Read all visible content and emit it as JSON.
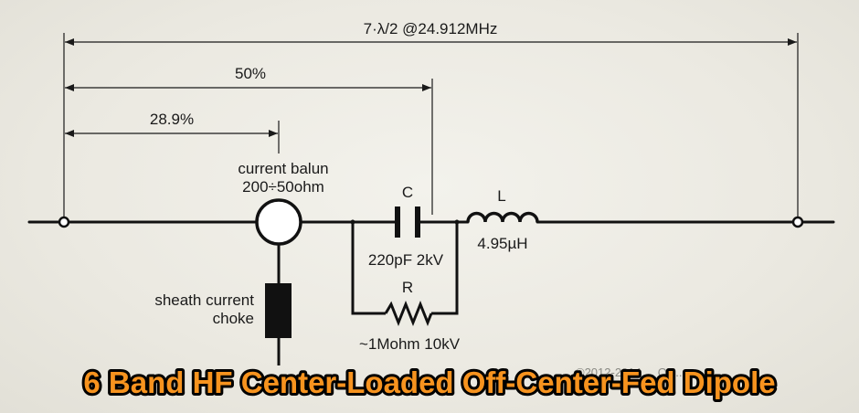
{
  "dimensions": {
    "total": "7·λ/2 @24.912MHz",
    "center": "50%",
    "feed_point": "28.9%"
  },
  "components": {
    "balun_label_1": "current balun",
    "balun_label_2": "200÷50ohm",
    "capacitor_label": "C",
    "capacitor_value": "220pF 2kV",
    "inductor_label": "L",
    "inductor_value": "4.95µH",
    "resistor_label": "R",
    "resistor_value": "~1Mohm 10kV",
    "choke_label_1": "sheath current",
    "choke_label_2": "choke"
  },
  "copyright": "©2012-2014 ... OH...",
  "title": "6 Band HF Center-Loaded Off-Center-Fed Dipole"
}
